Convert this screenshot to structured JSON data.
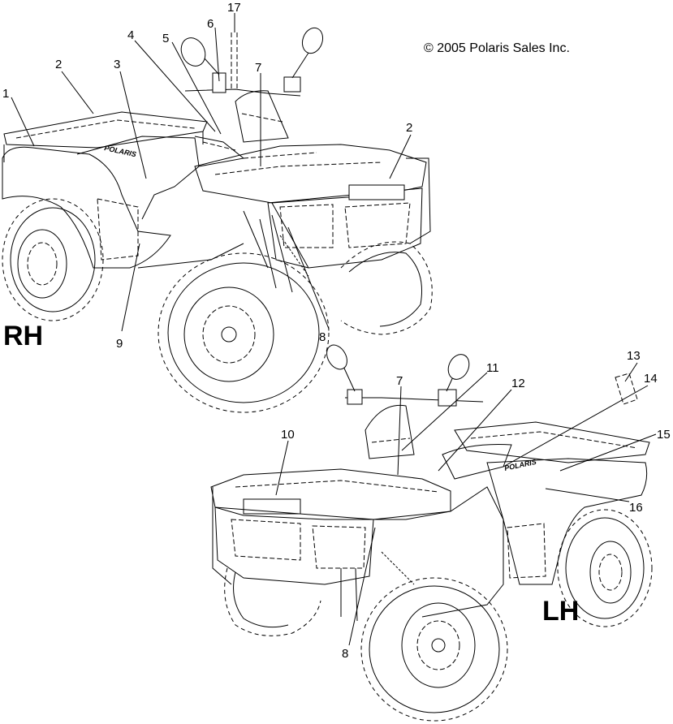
{
  "copyright": "© 2005 Polaris Sales Inc.",
  "views": {
    "right": {
      "side_label": "RH",
      "brand_decal": "POLARIS"
    },
    "left": {
      "side_label": "LH",
      "brand_decal": "POLARIS"
    }
  },
  "callouts": {
    "c1": "1",
    "c2a": "2",
    "c2b": "2",
    "c3": "3",
    "c4": "4",
    "c5": "5",
    "c6": "6",
    "c7a": "7",
    "c7b": "7",
    "c8a": "8",
    "c8b": "8",
    "c9": "9",
    "c10": "10",
    "c11": "11",
    "c12": "12",
    "c13": "13",
    "c14": "14",
    "c15": "15",
    "c16": "16",
    "c17": "17"
  }
}
